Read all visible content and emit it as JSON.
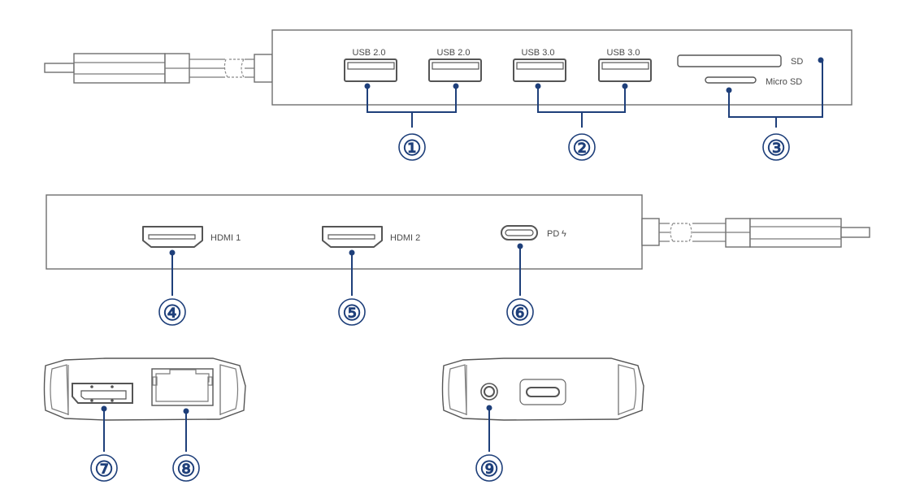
{
  "diagram": {
    "title": "USB-C hub port layout",
    "colors": {
      "callout": "#1e3f7a",
      "outline": "#6e6e6e",
      "label": "#4a4a4a"
    },
    "top_view": {
      "ports": [
        {
          "label": "USB 2.0"
        },
        {
          "label": "USB 2.0"
        },
        {
          "label": "USB 3.0"
        },
        {
          "label": "USB 3.0"
        },
        {
          "label": "SD"
        },
        {
          "label": "Micro SD"
        }
      ],
      "callouts": [
        "①",
        "②",
        "③"
      ]
    },
    "bottom_view": {
      "ports": [
        {
          "label": "HDMI 1"
        },
        {
          "label": "HDMI 2"
        },
        {
          "label": "PD",
          "icon": "lightning-icon",
          "icon_glyph": "ϟ"
        }
      ],
      "callouts": [
        "④",
        "⑤",
        "⑥"
      ]
    },
    "end_views": {
      "left": {
        "ports": [
          "DisplayPort",
          "Ethernet RJ45"
        ],
        "callouts": [
          "⑦",
          "⑧"
        ]
      },
      "right": {
        "ports": [
          "3.5mm Audio",
          "USB-C"
        ],
        "callouts": [
          "⑨"
        ]
      }
    }
  }
}
